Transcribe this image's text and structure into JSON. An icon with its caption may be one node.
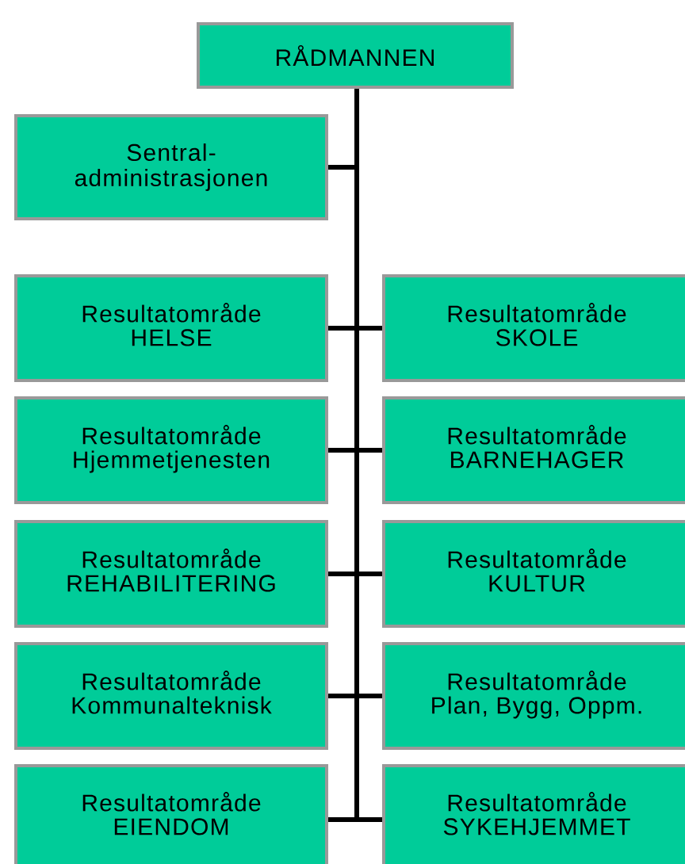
{
  "diagram": {
    "nodes": [
      {
        "text": [
          "RÅDMANNEN"
        ]
      },
      {
        "text": [
          "Sentral- administrasjonen"
        ]
      },
      {
        "text": [
          "Resultatområde",
          "HELSE"
        ]
      },
      {
        "text": [
          "Resultatområde",
          "SKOLE"
        ]
      },
      {
        "text": [
          "Resultatområde",
          "Hjemmetjenesten"
        ]
      },
      {
        "text": [
          "Resultatområde",
          "BARNEHAGER"
        ]
      },
      {
        "text": [
          "Resultatområde",
          "REHABILITERING"
        ]
      },
      {
        "text": [
          "Resultatområde",
          "KULTUR"
        ]
      },
      {
        "text": [
          "Resultatområde",
          "Kommunalteknisk"
        ]
      },
      {
        "text": [
          "Resultatområde",
          "Plan, Bygg, Oppm."
        ]
      },
      {
        "text": [
          "Resultatområde",
          "EIENDOM"
        ]
      },
      {
        "text": [
          "Resultatområde",
          "SYKEHJEMMET"
        ]
      }
    ],
    "edges": [
      {
        "from": 0,
        "to": 1,
        "arrow": "none"
      },
      {
        "from": 0,
        "to": 2,
        "arrow": "none"
      },
      {
        "from": 0,
        "to": 3,
        "arrow": "none"
      },
      {
        "from": 0,
        "to": 4,
        "arrow": "none"
      },
      {
        "from": 0,
        "to": 5,
        "arrow": "none"
      },
      {
        "from": 0,
        "to": 6,
        "arrow": "none"
      },
      {
        "from": 0,
        "to": 7,
        "arrow": "none"
      },
      {
        "from": 0,
        "to": 8,
        "arrow": "none"
      },
      {
        "from": 0,
        "to": 9,
        "arrow": "none"
      },
      {
        "from": 0,
        "to": 10,
        "arrow": "none"
      },
      {
        "from": 0,
        "to": 11,
        "arrow": "none"
      }
    ]
  }
}
